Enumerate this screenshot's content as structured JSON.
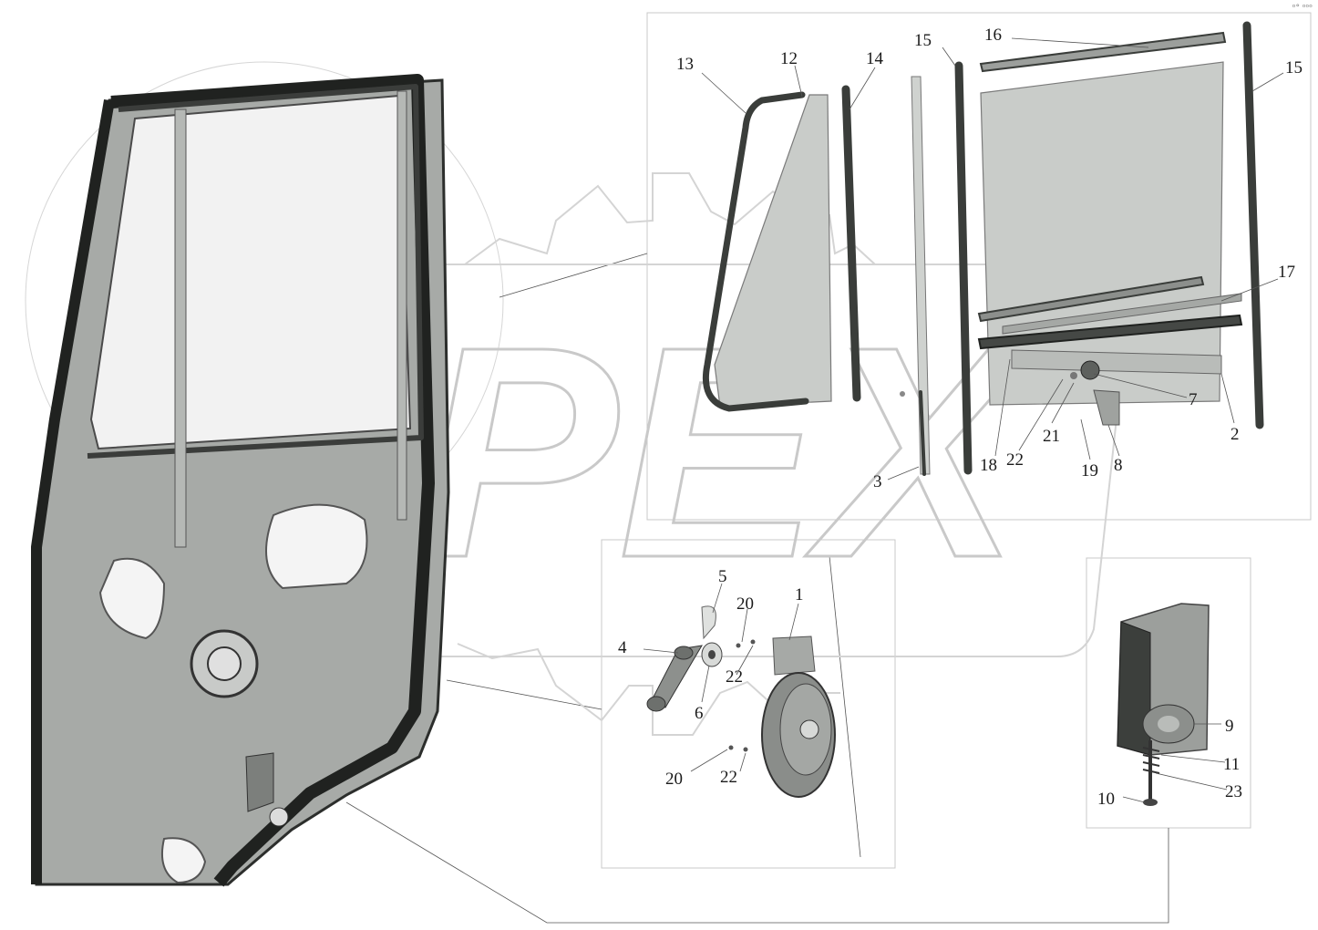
{
  "corner_mark": "ᵒ° ᵒᵒᵒ",
  "watermark_text": "OPEX",
  "callouts": [
    {
      "id": "c16",
      "text": "16"
    },
    {
      "id": "c15a",
      "text": "15"
    },
    {
      "id": "c15b",
      "text": "15"
    },
    {
      "id": "c13",
      "text": "13"
    },
    {
      "id": "c12",
      "text": "12"
    },
    {
      "id": "c14",
      "text": "14"
    },
    {
      "id": "c17",
      "text": "17"
    },
    {
      "id": "c7",
      "text": "7"
    },
    {
      "id": "c2",
      "text": "2"
    },
    {
      "id": "c21",
      "text": "21"
    },
    {
      "id": "c18",
      "text": "18"
    },
    {
      "id": "c22a",
      "text": "22"
    },
    {
      "id": "c19",
      "text": "19"
    },
    {
      "id": "c8",
      "text": "8"
    },
    {
      "id": "c3",
      "text": "3"
    },
    {
      "id": "c5",
      "text": "5"
    },
    {
      "id": "c20a",
      "text": "20"
    },
    {
      "id": "c1",
      "text": "1"
    },
    {
      "id": "c4",
      "text": "4"
    },
    {
      "id": "c22b",
      "text": "22"
    },
    {
      "id": "c6",
      "text": "6"
    },
    {
      "id": "c20b",
      "text": "20"
    },
    {
      "id": "c22c",
      "text": "22"
    },
    {
      "id": "c9",
      "text": "9"
    },
    {
      "id": "c11",
      "text": "11"
    },
    {
      "id": "c23",
      "text": "23"
    },
    {
      "id": "c10",
      "text": "10"
    }
  ]
}
